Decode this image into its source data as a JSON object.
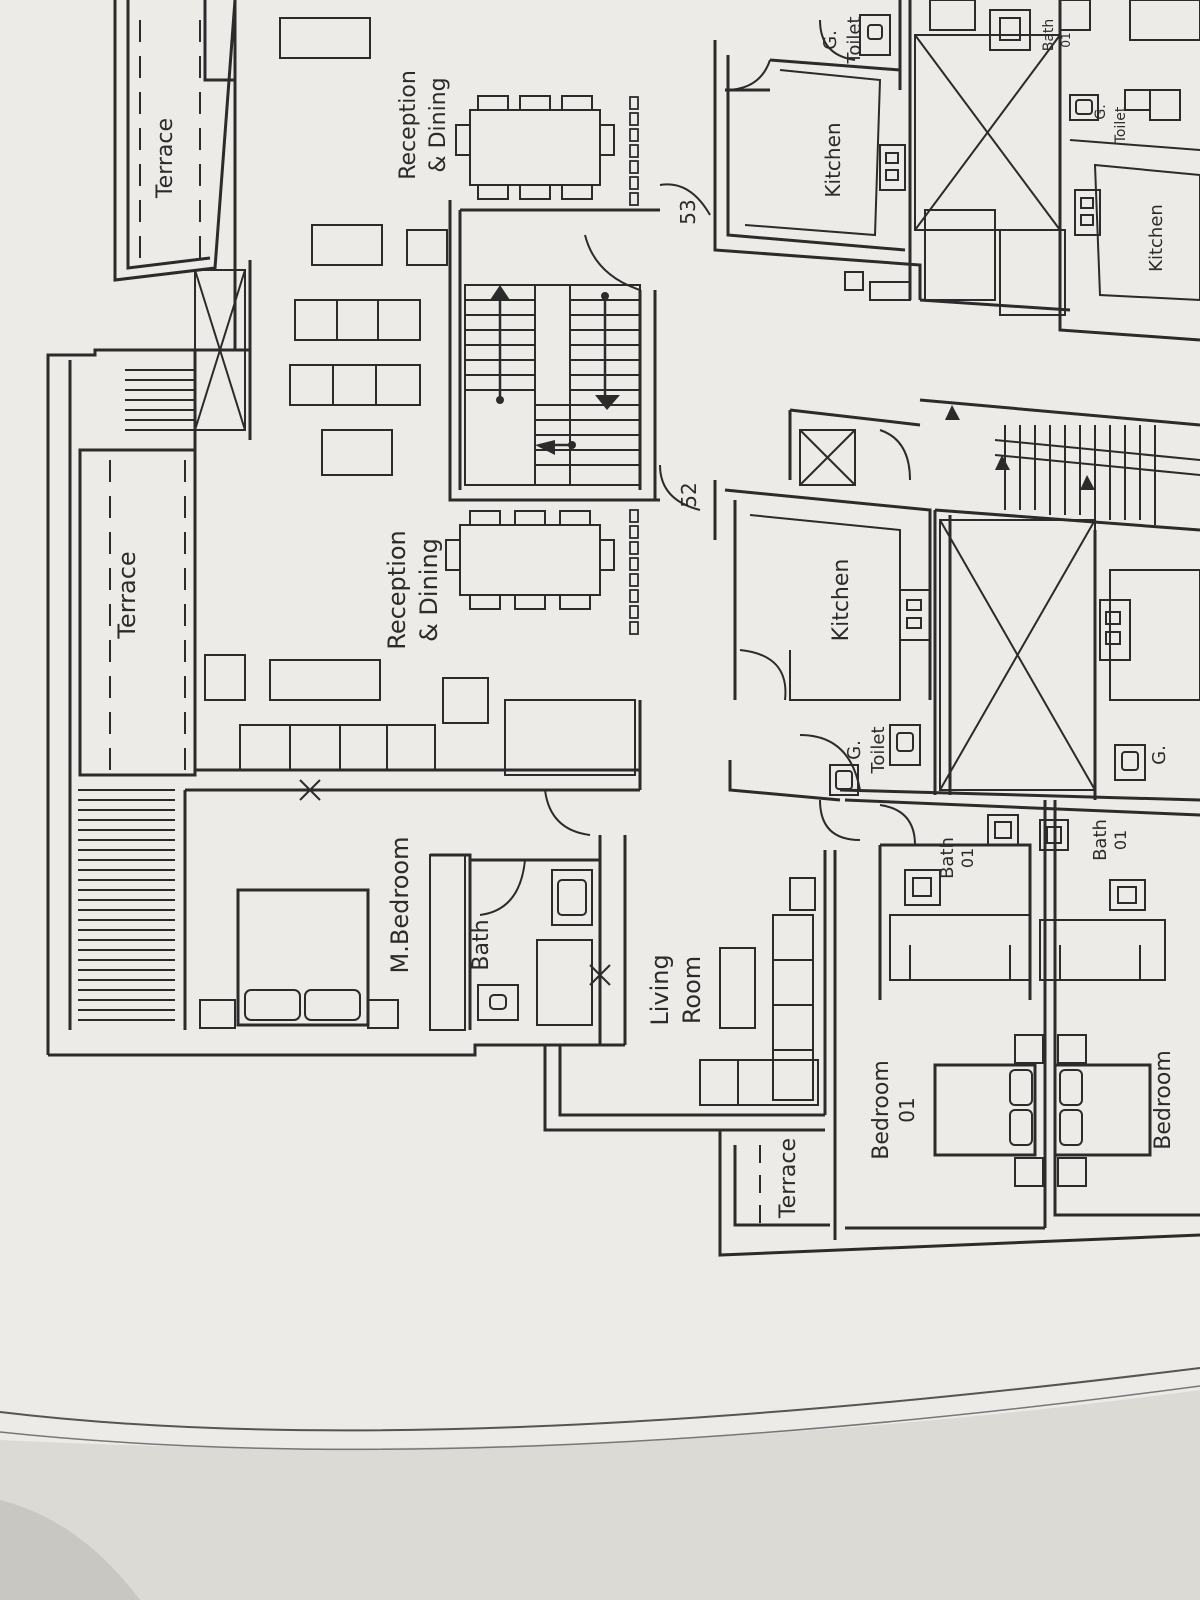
{
  "plan": {
    "rooms": {
      "terrace_top": "Terrace",
      "terrace_left": "Terrace",
      "terrace_bottom": "Terrace",
      "reception_upper_line1": "Reception",
      "reception_upper_line2": "& Dining",
      "reception_lower_line1": "Reception",
      "reception_lower_line2": "& Dining",
      "master_bedroom": "M.Bedroom",
      "master_bath": "Bath",
      "living_line1": "Living",
      "living_line2": "Room",
      "bedroom_line1": "Bedroom",
      "bedroom_line2": "01",
      "bedroom_partial": "Bedroom",
      "kitchen_upper": "Kitchen",
      "kitchen_lower": "Kitchen",
      "kitchen_right": "Kitchen",
      "g_toilet_upper_line1": "G.",
      "g_toilet_upper_line2": "Toilet",
      "g_toilet_lower_line1": "G.",
      "g_toilet_lower_line2": "Toilet",
      "g_toilet_right_upper_line1": "G.",
      "g_toilet_right_upper_line2": "Toilet",
      "g_toilet_right_lower": "G.",
      "bath01_a_line1": "Bath",
      "bath01_a_line2": "01",
      "bath01_b_line1": "Bath",
      "bath01_b_line2": "01",
      "bath_top_right_line1": "Bath",
      "bath_top_right_line2": "01"
    },
    "units": {
      "unit_53": "53",
      "unit_52": "52"
    },
    "colors": {
      "paper": "#ecebe7",
      "ink": "#2b2b2b",
      "shadow": "#d3d1cc"
    }
  }
}
